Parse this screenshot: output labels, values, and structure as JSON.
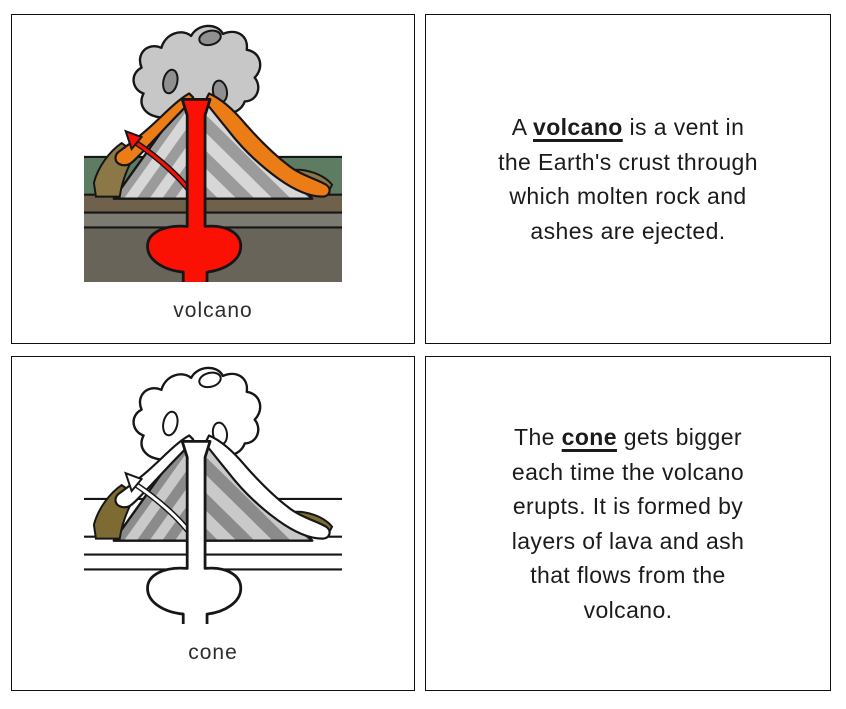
{
  "cards": {
    "volcano_image": {
      "label": "volcano"
    },
    "volcano_text": {
      "pre": "A ",
      "term": "volcano",
      "post": " is a vent in\nthe Earth's crust through\nwhich molten rock and\nashes are ejected."
    },
    "cone_image": {
      "label": "cone"
    },
    "cone_text": {
      "pre": "The ",
      "term": "cone",
      "post": " gets bigger\neach time the volcano\nerupts. It is formed by\nlayers of lava and ash\nthat flows from the\nvolcano."
    }
  },
  "palettes": {
    "colored": {
      "line": "#161616",
      "smoke": "#c7c7c7",
      "smoke-blob": "#8f8f8f",
      "stripe-light": "#d7d7d7",
      "stripe-dark": "#9b9b9b",
      "coat": "#ec7c15",
      "olive": "#8c7847",
      "magma": "#fb1103",
      "g-green": "#5e7c62",
      "g-brown": "#6f614c",
      "g-gray": "#7d7a72",
      "g-dark": "#686459"
    },
    "outline": {
      "line": "#161616",
      "smoke": "#ffffff",
      "smoke-blob": "#ffffff",
      "stripe-light": "#c9c9c9",
      "stripe-dark": "#8b8b8b",
      "coat": "#ffffff",
      "olive": "#7e6b33",
      "magma": "#ffffff",
      "g-green": "#ffffff",
      "g-brown": "#ffffff",
      "g-gray": "#ffffff",
      "g-dark": "#ffffff"
    }
  }
}
